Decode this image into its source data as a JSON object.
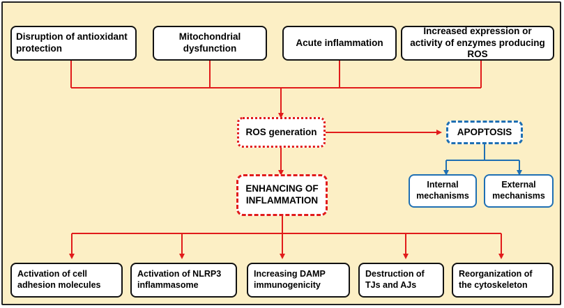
{
  "causes": [
    {
      "label": "Disruption of antioxidant protection"
    },
    {
      "label": "Mitochondrial dysfunction"
    },
    {
      "label": "Acute inflammation"
    },
    {
      "label": "Increased expression or activity of enzymes producing ROS"
    }
  ],
  "ros_generation": "ROS generation",
  "apoptosis": "APOPTOSIS",
  "mechanisms": [
    {
      "label": "Internal mechanisms"
    },
    {
      "label": "External mechanisms"
    }
  ],
  "enhancing": "ENHANCING OF INFLAMMATION",
  "effects": [
    {
      "label": "Activation of cell adhesion molecules"
    },
    {
      "label": "Activation of NLRP3 inflammasome"
    },
    {
      "label": "Increasing DAMP immunogenicity"
    },
    {
      "label": "Destruction of TJs and AJs"
    },
    {
      "label": "Reorganization of the cytoskeleton"
    }
  ],
  "colors": {
    "background": "#fcefc5",
    "red_connector": "#e11b1b",
    "blue_connector": "#1e6fb3",
    "box_border": "#111111"
  }
}
